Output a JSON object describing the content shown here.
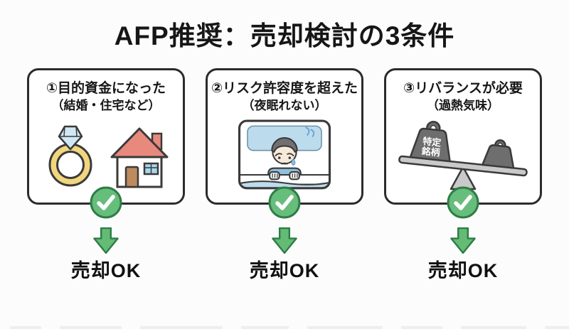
{
  "page": {
    "title": "AFP推奨：売却検討の3条件"
  },
  "conditions": [
    {
      "title": "①目的資金になった",
      "subtitle": "（結婚・住宅など）",
      "icons": [
        "ring-icon",
        "house-icon"
      ],
      "check_icon": "check-circle-icon",
      "arrow_icon": "down-arrow-icon",
      "result": "売却OK"
    },
    {
      "title": "②リスク許容度を超えた",
      "subtitle": "（夜眠れない）",
      "icons": [
        "person-in-bed-icon"
      ],
      "check_icon": "check-circle-icon",
      "arrow_icon": "down-arrow-icon",
      "result": "売却OK"
    },
    {
      "title": "③リバランスが必要",
      "subtitle": "（過熱気味）",
      "icons": [
        "balance-scale-icon"
      ],
      "weight_label": {
        "line1": "特定",
        "line2": "銘柄"
      },
      "check_icon": "check-circle-icon",
      "arrow_icon": "down-arrow-icon",
      "result": "売却OK"
    }
  ],
  "colors": {
    "background": "#fcfcfc",
    "box_border": "#2b2b2b",
    "check_green": "#67bd7b",
    "check_green_border": "#2e7d46",
    "arrow_green": "#63bb76",
    "ring_gold": "#f2d67e",
    "diamond_blue": "#cfe8f4",
    "roof_salmon": "#e8897d",
    "door_brown": "#bd8b5e",
    "window_blue": "#a9d7ec",
    "pillow_blue": "#bcdcee",
    "shirt_blue": "#8ec1e0",
    "weight_gray": "#6e6e6e",
    "plank_gray": "#c9c9c9"
  }
}
